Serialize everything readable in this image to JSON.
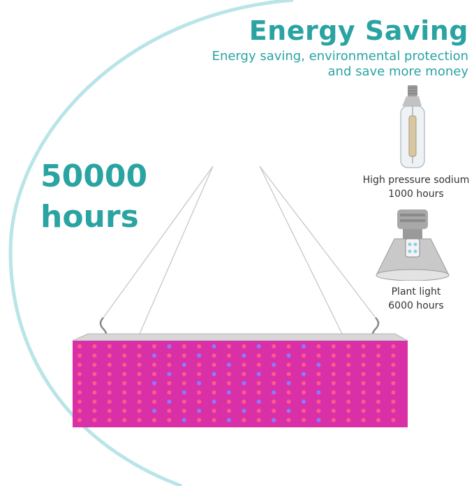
{
  "headline": {
    "title": "Energy Saving",
    "subtitle_line1": "Energy saving, environmental protection",
    "subtitle_line2": "and save more money"
  },
  "lifespan": {
    "value": "50000",
    "unit": "hours"
  },
  "comparisons": [
    {
      "name": "High pressure sodium",
      "hours": "1000 hours",
      "icon": "sodium-bulb-icon"
    },
    {
      "name": "Plant light",
      "hours": "6000 hours",
      "icon": "high-bay-lamp-icon"
    }
  ],
  "colors": {
    "accent": "#2aa3a3",
    "arc": "#b9e4e8",
    "panel": "#d930a8",
    "led_red": "#ff5a8c",
    "led_blue": "#8a7cff"
  },
  "product": {
    "icon": "led-grow-light-panel"
  }
}
